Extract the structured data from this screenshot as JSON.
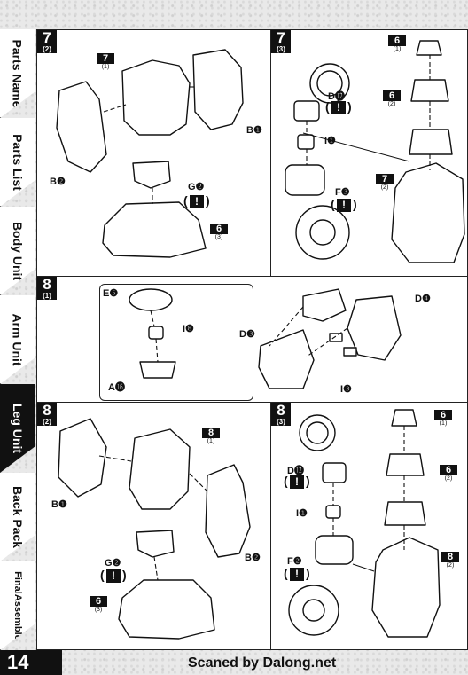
{
  "tabs": [
    {
      "label": "Parts Name",
      "active": false
    },
    {
      "label": "Parts List",
      "active": false
    },
    {
      "label": "Body Unit",
      "active": false
    },
    {
      "label": "Arm Unit",
      "active": false
    },
    {
      "label": "Leg Unit",
      "active": true
    },
    {
      "label": "Back Pack",
      "active": false
    },
    {
      "label": "FinalAssemble",
      "active": false
    }
  ],
  "page_number": "14",
  "credit": "Scaned by Dalong.net",
  "steps": {
    "s7_2": {
      "num": "7",
      "sub": "(2)"
    },
    "s7_3": {
      "num": "7",
      "sub": "(3)"
    },
    "s8_1": {
      "num": "8",
      "sub": "(1)"
    },
    "s8_2": {
      "num": "8",
      "sub": "(2)"
    },
    "s8_3": {
      "num": "8",
      "sub": "(3)"
    }
  },
  "refs": {
    "r7_1": {
      "num": "7",
      "sub": "(1)"
    },
    "r6_3a": {
      "num": "6",
      "sub": "(3)"
    },
    "r6_1a": {
      "num": "6",
      "sub": "(1)"
    },
    "r6_2a": {
      "num": "6",
      "sub": "(2)"
    },
    "r7_2b": {
      "num": "7",
      "sub": "(2)"
    },
    "r8_1": {
      "num": "8",
      "sub": "(1)"
    },
    "r6_3b": {
      "num": "6",
      "sub": "(3)"
    },
    "r6_1b": {
      "num": "6",
      "sub": "(1)"
    },
    "r6_2b": {
      "num": "6",
      "sub": "(2)"
    },
    "r8_2": {
      "num": "8",
      "sub": "(2)"
    }
  },
  "parts": {
    "p_b1_top": "B❶",
    "p_b2_top": "B❷",
    "p_g2_top": "G❷",
    "p_d12_top": "D⓬",
    "p_i1_top": "I❶",
    "p_f3_top": "F❸",
    "p_e5": "E❺",
    "p_i8": "I❽",
    "p_a16": "A⓰",
    "p_d3": "D❸",
    "p_d4": "D❹",
    "p_i3": "I❸",
    "p_b1_bot": "B❶",
    "p_g2_bot": "G❷",
    "p_b2_bot": "B❷",
    "p_d12_bot": "D⓬",
    "p_i1_bot": "I❶",
    "p_f2_bot": "F❷"
  },
  "warn_mark": "!"
}
